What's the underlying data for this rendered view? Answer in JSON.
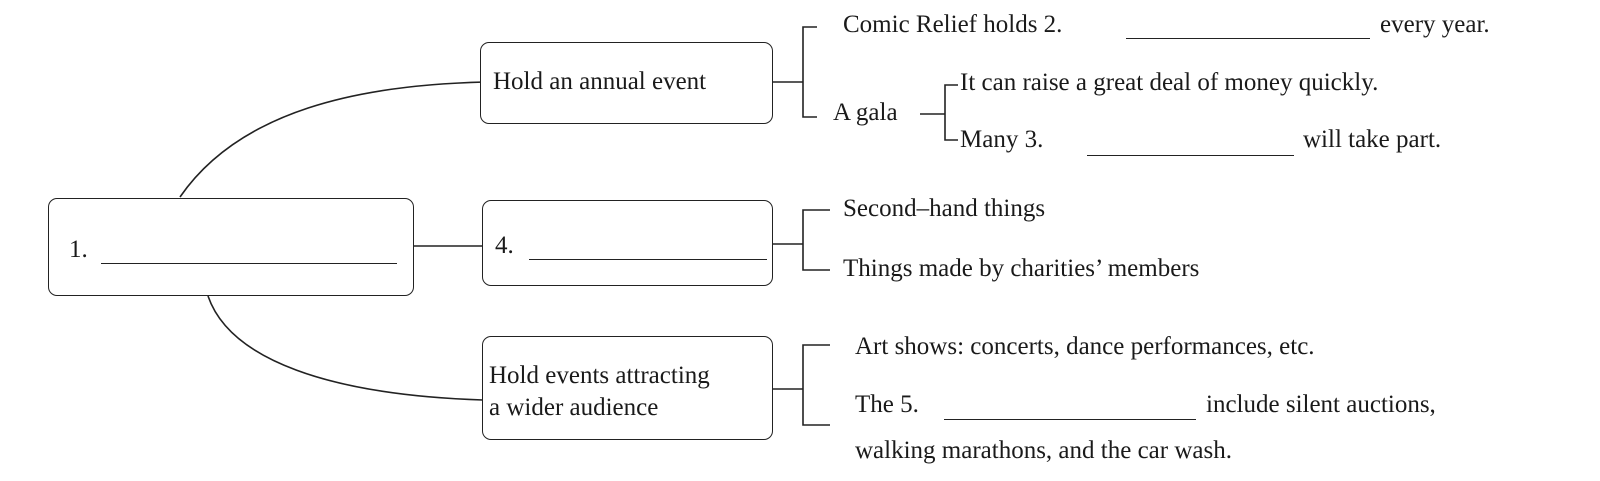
{
  "diagram": {
    "type": "mind-map",
    "root": {
      "label": "1.",
      "blank": true
    },
    "branches": [
      {
        "label": "Hold an annual event",
        "children": [
          {
            "text_before": "Comic Relief holds 2.",
            "blank": true,
            "text_after": "every year."
          },
          {
            "label": "A gala",
            "children": [
              {
                "text": "It can raise a great deal of money quickly."
              },
              {
                "text_before": "Many 3.",
                "blank": true,
                "text_after": "will take part."
              }
            ]
          }
        ]
      },
      {
        "label": "4.",
        "blank": true,
        "children": [
          {
            "text": "Second–hand things"
          },
          {
            "text": "Things made by charities’ members"
          }
        ]
      },
      {
        "label_line1": "Hold events attracting",
        "label_line2": "a wider audience",
        "children": [
          {
            "text": "Art shows: concerts, dance performances, etc."
          },
          {
            "text_before": "The 5.",
            "blank": true,
            "text_after": "include silent auctions,",
            "text_line2": "walking marathons, and the car wash."
          }
        ]
      }
    ]
  }
}
